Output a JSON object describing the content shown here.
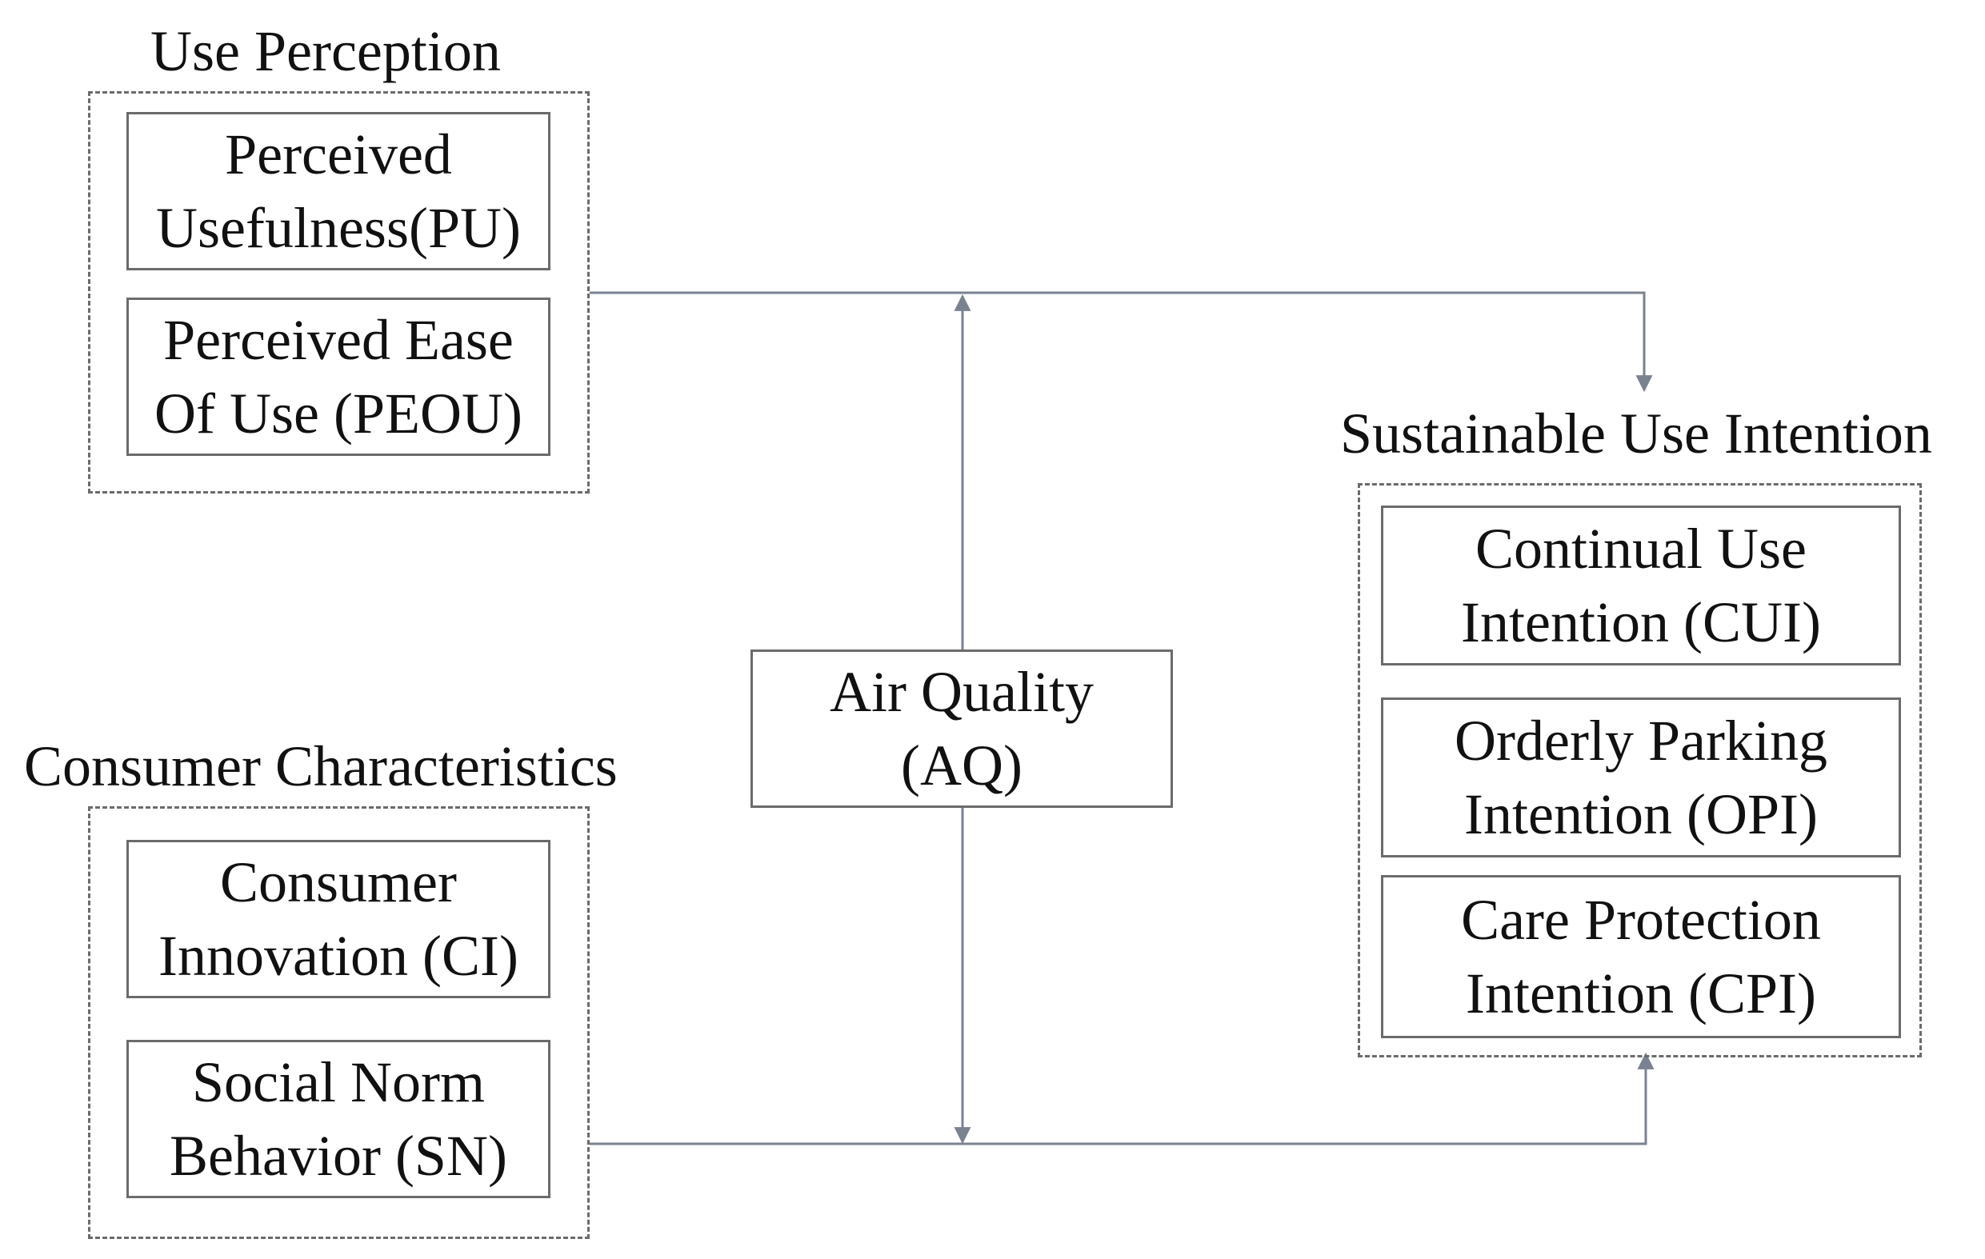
{
  "groups": {
    "use_perception": {
      "title": "Use Perception",
      "pu": {
        "line1": "Perceived",
        "line2": "Usefulness(PU)"
      },
      "peou": {
        "line1": "Perceived Ease",
        "line2": "Of Use (PEOU)"
      }
    },
    "consumer_characteristics": {
      "title": "Consumer Characteristics",
      "ci": {
        "line1": "Consumer",
        "line2": "Innovation (CI)"
      },
      "sn": {
        "line1": "Social Norm",
        "line2": "Behavior (SN)"
      }
    },
    "sustainable_use_intention": {
      "title": "Sustainable Use Intention",
      "cui": {
        "line1": "Continual Use",
        "line2": "Intention (CUI)"
      },
      "opi": {
        "line1": "Orderly Parking",
        "line2": "Intention (OPI)"
      },
      "cpi": {
        "line1": "Care Protection",
        "line2": "Intention (CPI)"
      }
    }
  },
  "moderator": {
    "line1": "Air Quality",
    "line2": "(AQ)"
  },
  "colors": {
    "connector": "#7a8290",
    "border": "#6b6b6b",
    "text": "#111111"
  }
}
